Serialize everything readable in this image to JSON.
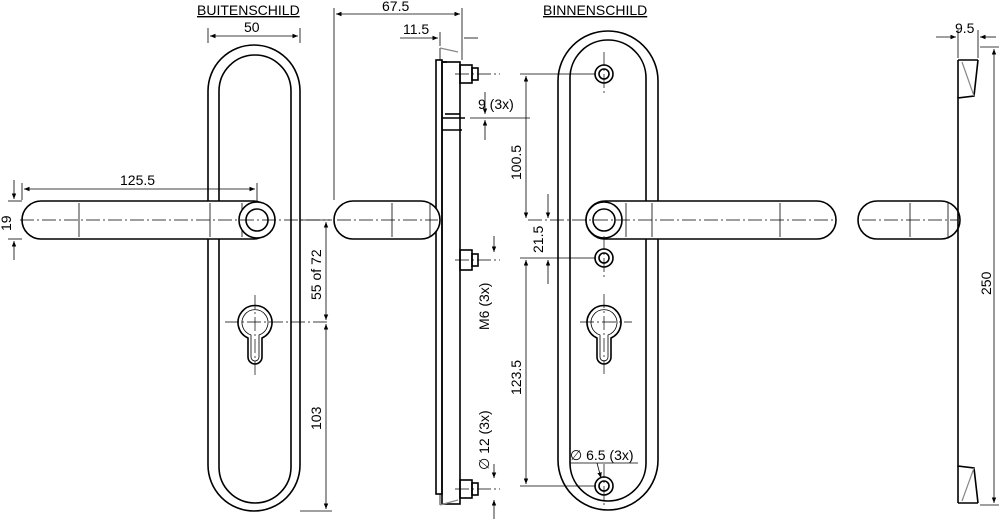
{
  "titles": {
    "outer": "BUITENSCHILD",
    "inner": "BINNENSCHILD"
  },
  "dimensions": {
    "width_50": "50",
    "depth_67_5": "67.5",
    "depth_11_5": "11.5",
    "depth_9_5": "9.5",
    "lever_125_5": "125.5",
    "lever_19": "19",
    "spacing_55_72": "55 of 72",
    "bottom_103": "103",
    "screw_9": "9 (3x)",
    "thread_m6": "M6 (3x)",
    "boss_12": "∅ 12 (3x)",
    "hole_100_5": "100.5",
    "hole_21_5": "21.5",
    "hole_123_5": "123.5",
    "hole_6_5": "∅ 6.5 (3x)",
    "height_250": "250"
  },
  "colors": {
    "line": "#000000",
    "edge_gray": "#888888",
    "background": "#ffffff"
  }
}
